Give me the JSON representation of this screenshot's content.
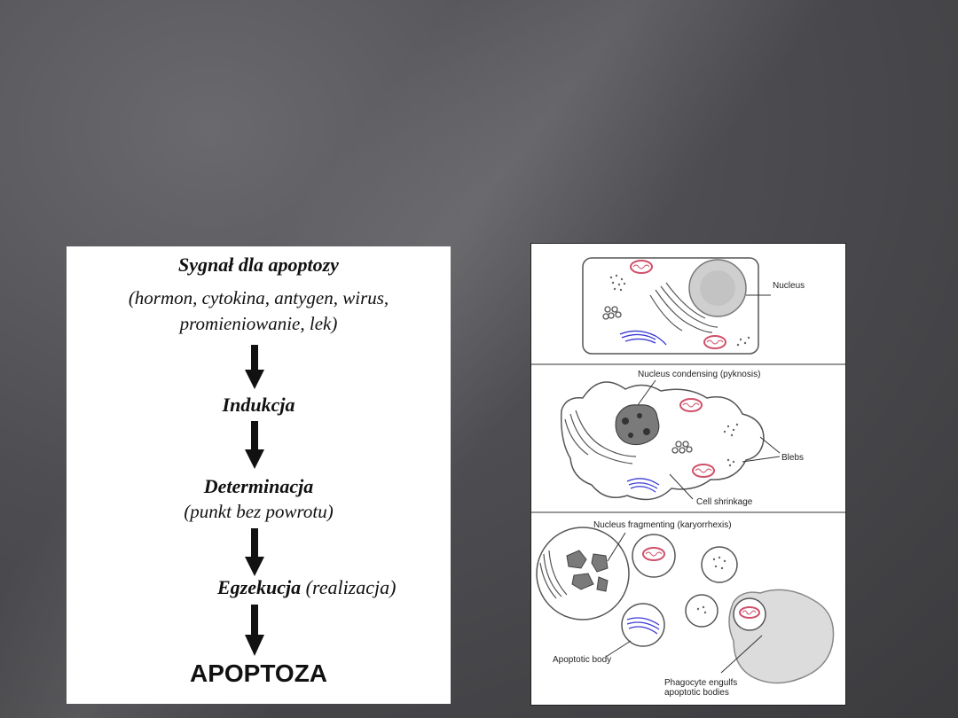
{
  "left_diagram": {
    "signal_title": "Sygnał dla apoptozy",
    "signal_detail_line1": "(hormon, cytokina, antygen, wirus,",
    "signal_detail_line2": "promieniowanie, lek)",
    "stage1": "Indukcja",
    "stage2": "Determinacja",
    "stage2_note": "(punkt bez powrotu)",
    "stage3": "Egzekucja",
    "stage3_note": "(realizacja)",
    "result": "APOPTOZA"
  },
  "right_diagram": {
    "label_nucleus": "Nucleus",
    "label_condensing": "Nucleus condensing (pyknosis)",
    "label_blebs": "Blebs",
    "label_shrinkage": "Cell shrinkage",
    "label_fragmenting": "Nucleus fragmenting (karyorrhexis)",
    "label_apoptotic_body": "Apoptotic body",
    "label_phagocyte_line1": "Phagocyte engulfs",
    "label_phagocyte_line2": "apoptotic bodies"
  },
  "colors": {
    "mitochondria": "#d0506a",
    "golgi_blue": "#3b3bd4",
    "outline": "#444444"
  }
}
